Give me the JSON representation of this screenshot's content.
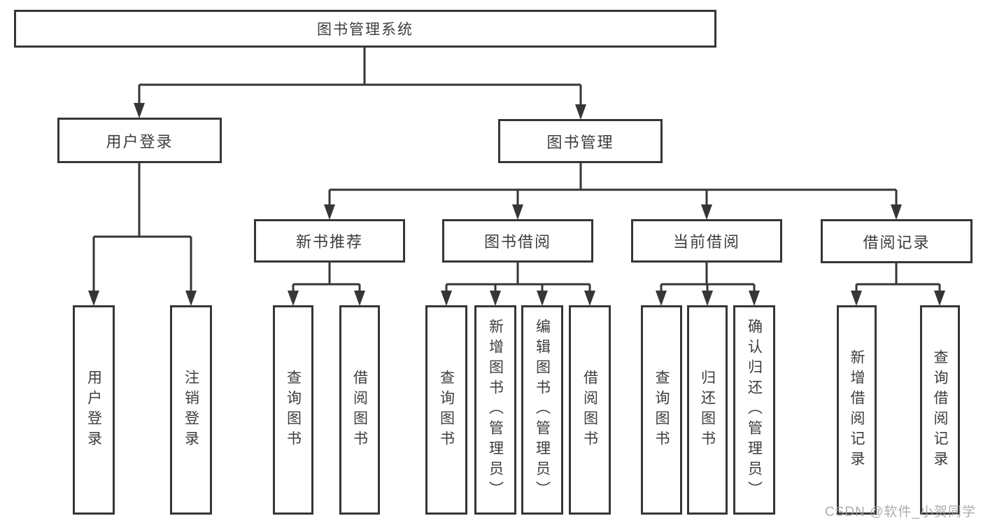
{
  "diagram": {
    "nodes": {
      "root": "图书管理系统",
      "user_login": "用户登录",
      "book_mgmt": "图书管理",
      "new_book_rec": "新书推荐",
      "book_borrow": "图书借阅",
      "current_borrow": "当前借阅",
      "borrow_records": "借阅记录",
      "ul_login": "用户登录",
      "ul_logout": "注销登录",
      "nbr_query": "查询图书",
      "nbr_borrow": "借阅图书",
      "bb_query": "查询图书",
      "bb_add": "新增图书（管理员）",
      "bb_edit": "编辑图书（管理员）",
      "bb_borrow": "借阅图书",
      "cb_query": "查询图书",
      "cb_return": "归还图书",
      "cb_confirm": "确认归还（管理员）",
      "br_add": "新增借阅记录",
      "br_query": "查询借阅记录"
    }
  },
  "watermark": {
    "text": "CSDN @软件_小贺同学",
    "color": "#9e9e9e"
  },
  "colors": {
    "line": "#363636",
    "text": "#3d3d3d",
    "background": "#ffffff"
  }
}
